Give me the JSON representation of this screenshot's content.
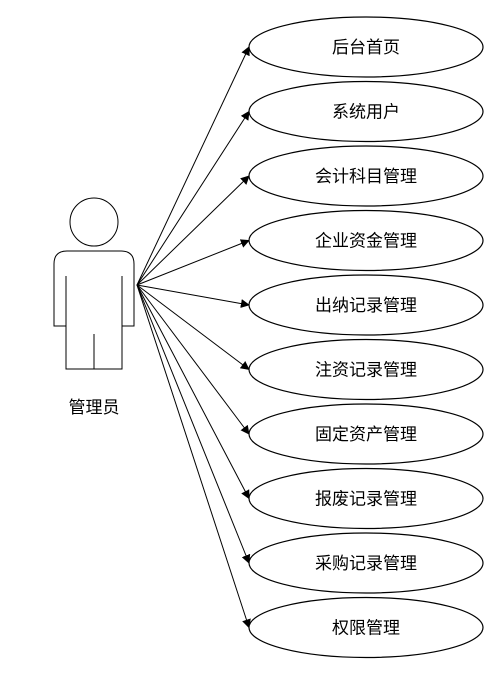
{
  "actor": {
    "label": "管理员"
  },
  "use_cases": [
    {
      "label": "后台首页"
    },
    {
      "label": "系统用户"
    },
    {
      "label": "会计科目管理"
    },
    {
      "label": "企业资金管理"
    },
    {
      "label": "出纳记录管理"
    },
    {
      "label": "注资记录管理"
    },
    {
      "label": "固定资产管理"
    },
    {
      "label": "报废记录管理"
    },
    {
      "label": "采购记录管理"
    },
    {
      "label": "权限管理"
    }
  ]
}
